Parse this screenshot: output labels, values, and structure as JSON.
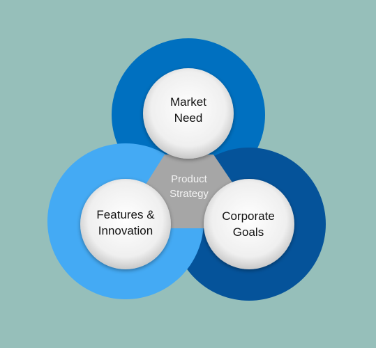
{
  "diagram": {
    "center": {
      "text": "Product\nStrategy",
      "color": "#a6a6a6"
    },
    "nodes": [
      {
        "id": "market-need",
        "text": "Market\nNeed",
        "ring_color": "#0070c0"
      },
      {
        "id": "features-innovation",
        "text": "Features &\nInnovation",
        "ring_color": "#44aaf4"
      },
      {
        "id": "corporate-goals",
        "text": "Corporate\nGoals",
        "ring_color": "#05539a"
      }
    ],
    "inner_circle_color": "#efefef",
    "background_color": "#96bfba"
  }
}
